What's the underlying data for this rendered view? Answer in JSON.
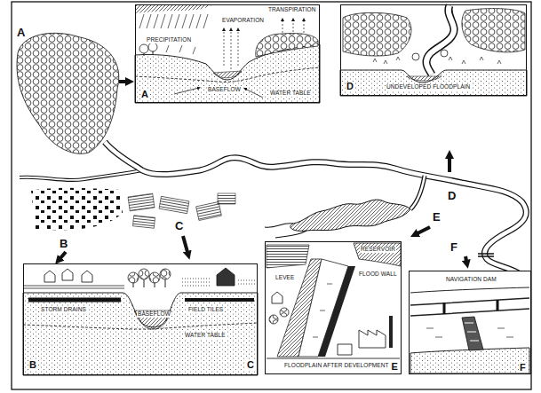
{
  "diagram": {
    "nodes": [
      {
        "text": [
          "PRECIPITATION",
          "EVAPORATION",
          "TRANSPIRATION",
          "BASEFLOW",
          "WATER TABLE",
          "A"
        ]
      },
      {
        "text": [
          "UNDEVELOPED FLOODPLAIN",
          "D"
        ]
      },
      {
        "text": [
          "STORM DRAINS",
          "BASEFLOW",
          "FIELD TILES",
          "WATER TABLE",
          "B",
          "C"
        ]
      },
      {
        "text": [
          "RESERVOIR",
          "LEVEE",
          "FLOOD WALL",
          "FLOODPLAIN AFTER DEVELOPMENT",
          "E"
        ]
      },
      {
        "text": [
          "NAVIGATION DAM",
          "F"
        ]
      }
    ],
    "labels": [
      "A",
      "B",
      "C",
      "D",
      "E",
      "F"
    ]
  }
}
